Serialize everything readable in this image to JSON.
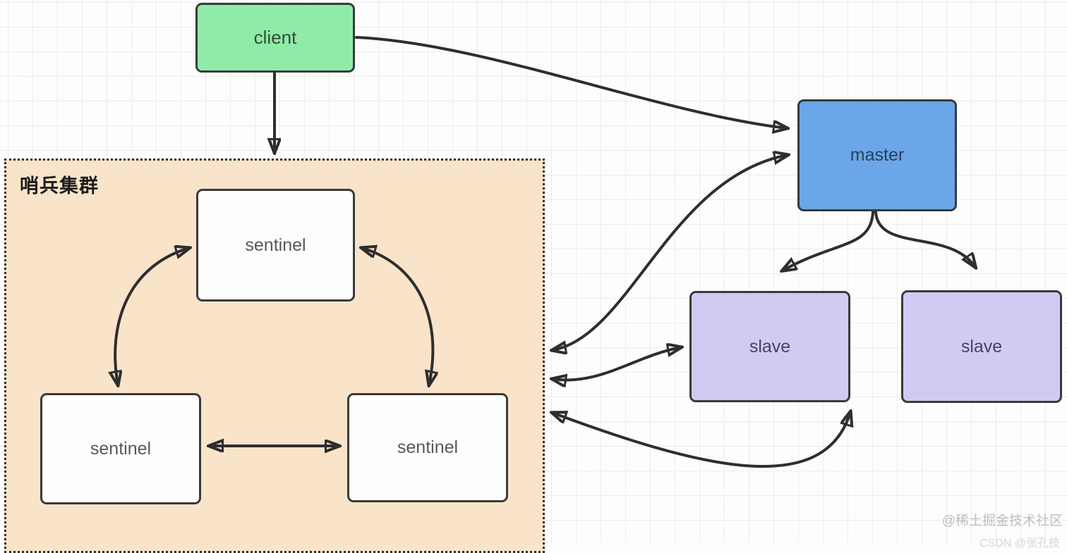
{
  "diagram": {
    "cluster": {
      "label": "哨兵集群",
      "fill_color": "#f9e4c9",
      "border_style": "dotted"
    },
    "nodes": {
      "client": {
        "label": "client",
        "fill_color": "#8feca6"
      },
      "master": {
        "label": "master",
        "fill_color": "#6aa6e8"
      },
      "slave1": {
        "label": "slave",
        "fill_color": "#cfcbf3"
      },
      "slave2": {
        "label": "slave",
        "fill_color": "#cfcbf3"
      },
      "sentinel1": {
        "label": "sentinel",
        "fill_color": "#ffffff"
      },
      "sentinel2": {
        "label": "sentinel",
        "fill_color": "#ffffff"
      },
      "sentinel3": {
        "label": "sentinel",
        "fill_color": "#ffffff"
      }
    },
    "edges": [
      {
        "from": "client",
        "to": "sentinel-cluster",
        "bidirectional": false
      },
      {
        "from": "client",
        "to": "master",
        "bidirectional": false
      },
      {
        "from": "sentinel-cluster",
        "to": "master",
        "bidirectional": true
      },
      {
        "from": "sentinel-cluster",
        "to": "slave1",
        "bidirectional": true
      },
      {
        "from": "sentinel-cluster",
        "to": "slave2",
        "bidirectional": true
      },
      {
        "from": "master",
        "to": "slave1",
        "bidirectional": false
      },
      {
        "from": "master",
        "to": "slave2",
        "bidirectional": false
      },
      {
        "from": "sentinel1",
        "to": "sentinel2",
        "bidirectional": true
      },
      {
        "from": "sentinel1",
        "to": "sentinel3",
        "bidirectional": true
      },
      {
        "from": "sentinel2",
        "to": "sentinel3",
        "bidirectional": true
      }
    ],
    "edge_color": "#2e2e2e",
    "watermarks": {
      "primary": "@稀土掘金技术社区",
      "secondary": "CSDN @张孔技"
    }
  }
}
